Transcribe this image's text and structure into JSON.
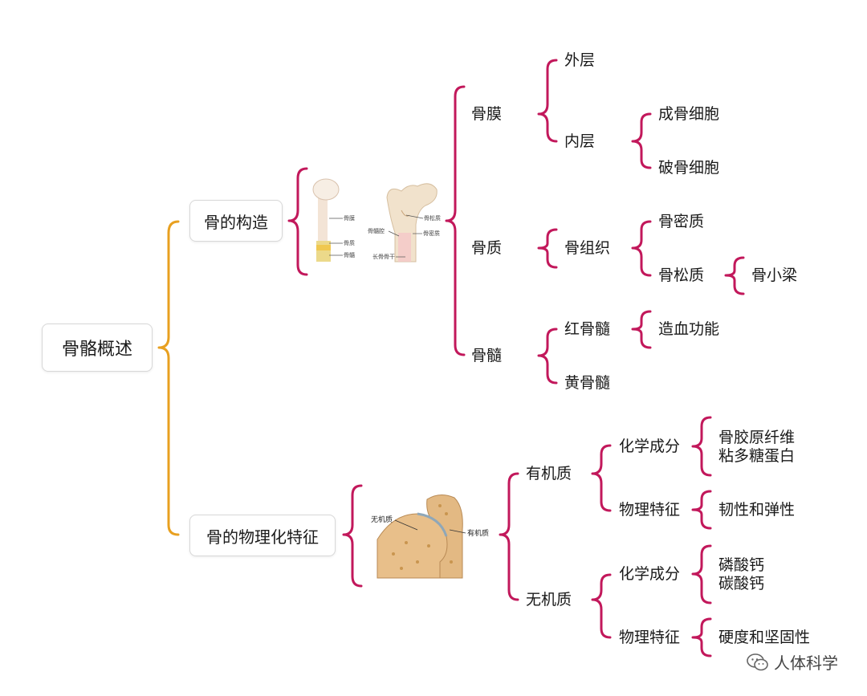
{
  "root": "骨骼概述",
  "structure": {
    "title": "骨的构造",
    "membrane": {
      "label": "骨膜",
      "outer": "外层",
      "inner": "内层",
      "cells": [
        "成骨细胞",
        "破骨细胞"
      ]
    },
    "substance": {
      "label": "骨质",
      "tissue": "骨组织",
      "compact": "骨密质",
      "spongy": "骨松质",
      "trabecula": "骨小梁"
    },
    "marrow": {
      "label": "骨髓",
      "red": "红骨髓",
      "function": "造血功能",
      "yellow": "黄骨髓"
    },
    "figure1_labels": [
      "骨膜",
      "骨质",
      "骨髓"
    ],
    "figure2_labels": [
      "骨松质",
      "骨髓腔",
      "骨密质",
      "长骨骨干"
    ]
  },
  "physchem": {
    "title": "骨的物理化特征",
    "organic": {
      "label": "有机质",
      "chem": "化学成分",
      "chem_values": [
        "骨胶原纤维",
        "粘多糖蛋白"
      ],
      "phys": "物理特征",
      "phys_value": "韧性和弹性"
    },
    "inorganic": {
      "label": "无机质",
      "chem": "化学成分",
      "chem_values": [
        "磷酸钙",
        "碳酸钙"
      ],
      "phys": "物理特征",
      "phys_value": "硬度和坚固性"
    },
    "figure_labels": [
      "无机质",
      "有机质"
    ]
  },
  "watermark": "人体科学"
}
